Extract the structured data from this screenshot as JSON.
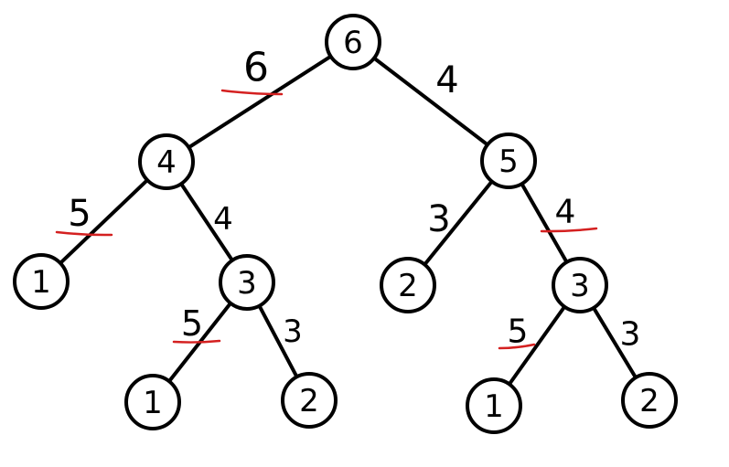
{
  "tree": {
    "nodes": [
      {
        "id": "root",
        "label": "6"
      },
      {
        "id": "left",
        "label": "4"
      },
      {
        "id": "right",
        "label": "5"
      },
      {
        "id": "left-left",
        "label": "1"
      },
      {
        "id": "left-right",
        "label": "3"
      },
      {
        "id": "left-right-left",
        "label": "1"
      },
      {
        "id": "left-right-right",
        "label": "2"
      },
      {
        "id": "right-left",
        "label": "2"
      },
      {
        "id": "right-right",
        "label": "3"
      },
      {
        "id": "right-right-left",
        "label": "1"
      },
      {
        "id": "right-right-right",
        "label": "2"
      }
    ],
    "edges": [
      {
        "from": "root",
        "to": "left",
        "label": "6",
        "underlined": true
      },
      {
        "from": "root",
        "to": "right",
        "label": "4",
        "underlined": false
      },
      {
        "from": "left",
        "to": "left-left",
        "label": "5",
        "underlined": true
      },
      {
        "from": "left",
        "to": "left-right",
        "label": "4",
        "underlined": false
      },
      {
        "from": "left-right",
        "to": "left-right-left",
        "label": "5",
        "underlined": true
      },
      {
        "from": "left-right",
        "to": "left-right-right",
        "label": "3",
        "underlined": false
      },
      {
        "from": "right",
        "to": "right-left",
        "label": "3",
        "underlined": false
      },
      {
        "from": "right",
        "to": "right-right",
        "label": "4",
        "underlined": true
      },
      {
        "from": "right-right",
        "to": "right-right-left",
        "label": "5",
        "underlined": true
      },
      {
        "from": "right-right",
        "to": "right-right-right",
        "label": "3",
        "underlined": false
      }
    ]
  },
  "colors": {
    "line": "#000000",
    "underline": "#d42020",
    "background": "#ffffff"
  }
}
